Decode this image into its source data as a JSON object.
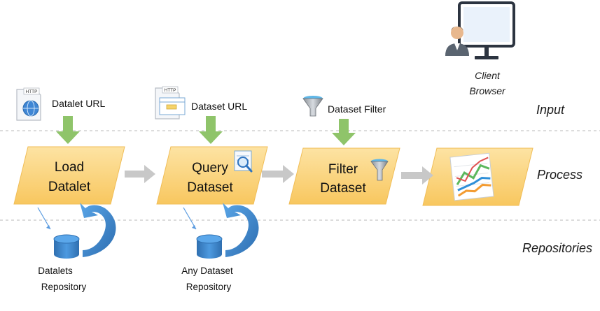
{
  "lanes": {
    "input": "Input",
    "process": "Process",
    "repositories": "Repositories"
  },
  "client": {
    "line1": "Client",
    "line2": "Browser"
  },
  "inputs": {
    "datalet_url": "Datalet URL",
    "dataset_url": "Dataset URL",
    "dataset_filter": "Dataset Filter"
  },
  "http_badge": "HTTP",
  "steps": {
    "load": {
      "line1": "Load",
      "line2": "Datalet"
    },
    "query": {
      "line1": "Query",
      "line2": "Dataset"
    },
    "filter": {
      "line1": "Filter",
      "line2": "Dataset"
    }
  },
  "repos": {
    "datalets": {
      "line1": "Datalets",
      "line2": "Repository"
    },
    "any_dataset": {
      "line1": "Any Dataset",
      "line2": "Repository"
    }
  },
  "colors": {
    "box_fill": "#fbd27a",
    "box_stroke": "#f3c15a",
    "green_arrow": "#8fc46a",
    "gray_arrow": "#c8c8c8",
    "blue": "#3d86c9",
    "dashed": "#c8c8c8"
  }
}
